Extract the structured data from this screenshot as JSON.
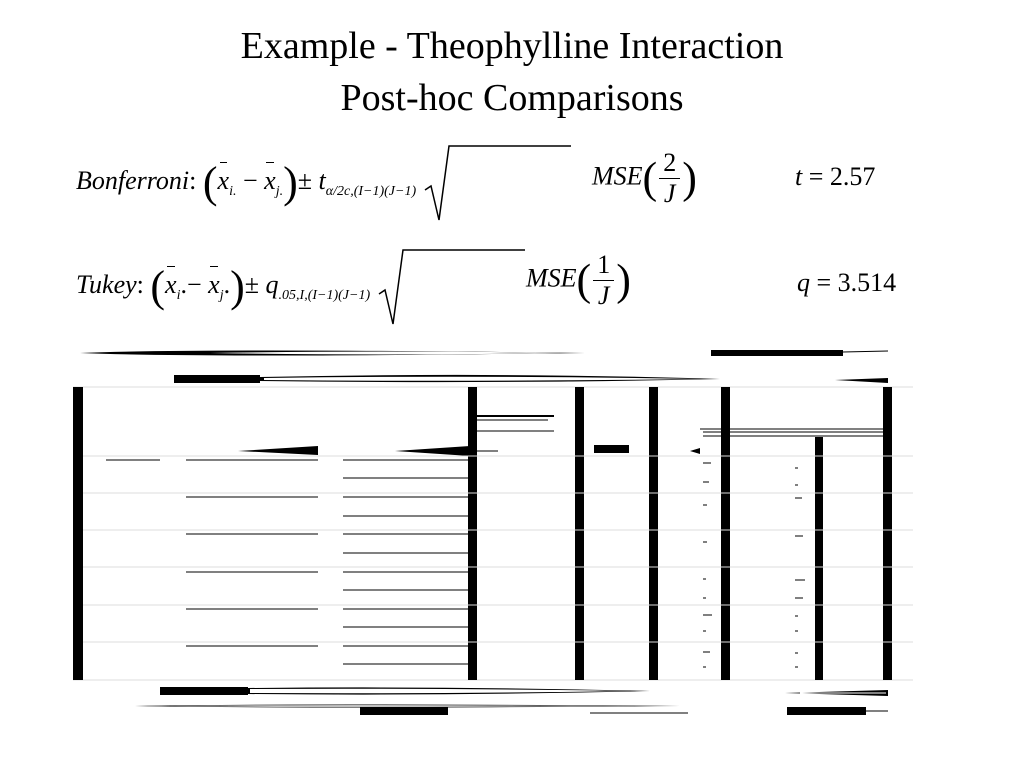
{
  "slide": {
    "title_line1": "Example - Theophylline Interaction",
    "title_line2": "Post-hoc Comparisons"
  },
  "bonferroni": {
    "label": "Bonferroni",
    "colon": ":",
    "x_i_sub": "i.",
    "x_j_sub": "j.",
    "minus": "−",
    "pm": "±",
    "t_symbol": "t",
    "t_sub": "α/2c,(I−1)(J−1)",
    "mse": "MSE",
    "frac_num": "2",
    "frac_den": "J",
    "stat_symbol": "t",
    "stat_eq": "=",
    "stat_value": "2.57"
  },
  "tukey": {
    "label": "Tukey",
    "colon": ":",
    "x_i_sub": "i",
    "x_j_sub": "j",
    "dot": ".",
    "minus": "−",
    "pm": "±",
    "q_symbol": "q",
    "q_sub": ".05,I,(I−1)(J−1)",
    "mse": "MSE",
    "frac_num": "1",
    "frac_den": "J",
    "stat_symbol": "q",
    "stat_eq": "=",
    "stat_value": "3.514"
  }
}
